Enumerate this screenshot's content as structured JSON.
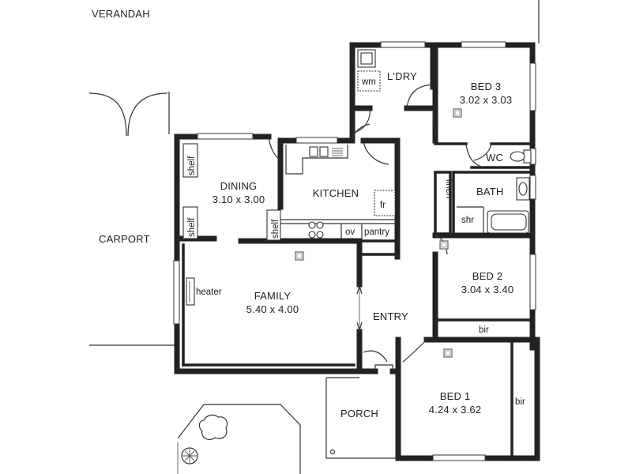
{
  "plan": {
    "verandah": "VERANDAH",
    "carport": "CARPORT",
    "laundry": "L'DRY",
    "wm": "wm",
    "bed3": {
      "name": "BED 3",
      "dims": "3.02 x 3.03"
    },
    "wc": "WC",
    "bath": "BATH",
    "linen": "linen",
    "shr": "shr",
    "kitchen": "KITCHEN",
    "fr": "fr",
    "ov": "ov",
    "pantry": "pantry",
    "dining": {
      "name": "DINING",
      "dims": "3.10 x 3.00"
    },
    "shelf": "shelf",
    "heater": "heater",
    "family": {
      "name": "FAMILY",
      "dims": "5.40 x 4.00"
    },
    "entry": "ENTRY",
    "bed2": {
      "name": "BED 2",
      "dims": "3.04 x 3.40"
    },
    "bir": "bir",
    "bed1": {
      "name": "BED 1",
      "dims": "4.24 x 3.62"
    },
    "porch": "PORCH"
  }
}
